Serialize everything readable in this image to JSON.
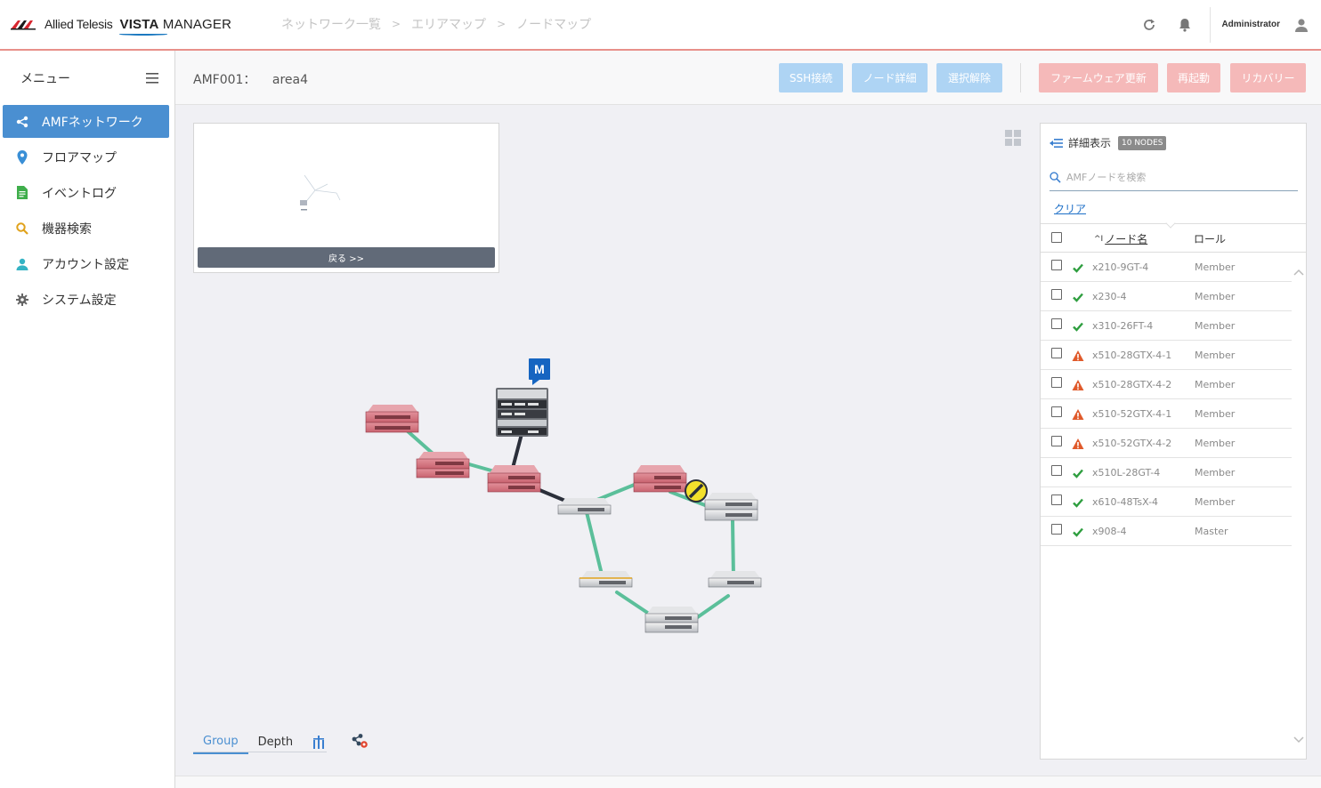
{
  "header": {
    "brand_left": "Allied Telesis",
    "brand_vista": "VISTA",
    "brand_manager": "MANAGER",
    "breadcrumb": [
      "ネットワーク一覧",
      "エリアマップ",
      "ノードマップ"
    ],
    "breadcrumb_sep": ">",
    "user": "Administrator",
    "icons": [
      "refresh-icon",
      "bell-icon",
      "user-icon"
    ]
  },
  "sidebar": {
    "title": "メニュー",
    "items": [
      {
        "label": "AMFネットワーク",
        "icon": "share-icon",
        "active": true
      },
      {
        "label": "フロアマップ",
        "icon": "map-pin-icon"
      },
      {
        "label": "イベントログ",
        "icon": "document-icon"
      },
      {
        "label": "機器検索",
        "icon": "search-icon"
      },
      {
        "label": "アカウント設定",
        "icon": "person-icon"
      },
      {
        "label": "システム設定",
        "icon": "gear-icon"
      }
    ]
  },
  "toolbar": {
    "network": "AMF001：",
    "area": "area4",
    "ssh": "SSH接続",
    "node_detail": "ノード詳細",
    "deselect": "選択解除",
    "firmware": "ファームウェア更新",
    "reboot": "再起動",
    "recovery": "リカバリー"
  },
  "minimap": {
    "back": "戻る >>"
  },
  "topology": {
    "master_badge": "M"
  },
  "bottom_tabs": {
    "group": "Group",
    "depth": "Depth"
  },
  "panel": {
    "title": "詳細表示",
    "badge": "10 NODES",
    "search_placeholder": "AMFノードを検索",
    "clear": "クリア",
    "col_sort": "^I",
    "col_name": "ノード名",
    "col_role": "ロール",
    "rows": [
      {
        "name": "x210-9GT-4",
        "role": "Member",
        "status": "ok"
      },
      {
        "name": "x230-4",
        "role": "Member",
        "status": "ok"
      },
      {
        "name": "x310-26FT-4",
        "role": "Member",
        "status": "ok"
      },
      {
        "name": "x510-28GTX-4-1",
        "role": "Member",
        "status": "warning"
      },
      {
        "name": "x510-28GTX-4-2",
        "role": "Member",
        "status": "warning"
      },
      {
        "name": "x510-52GTX-4-1",
        "role": "Member",
        "status": "warning"
      },
      {
        "name": "x510-52GTX-4-2",
        "role": "Member",
        "status": "warning"
      },
      {
        "name": "x510L-28GT-4",
        "role": "Member",
        "status": "ok"
      },
      {
        "name": "x610-48TsX-4",
        "role": "Member",
        "status": "ok"
      },
      {
        "name": "x908-4",
        "role": "Master",
        "status": "ok"
      }
    ]
  },
  "colors": {
    "accent": "#4a8fd1",
    "link_green": "#5bbf9a",
    "link_dark": "#2b2f3a",
    "warning": "#e05a2b",
    "ok": "#2e9e3f"
  }
}
